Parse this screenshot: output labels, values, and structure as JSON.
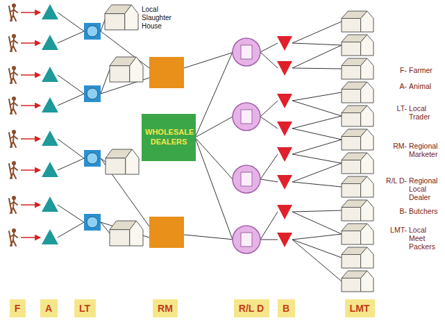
{
  "diagram": {
    "nodes": [
      {
        "text": [
          "Local Slaughter House"
        ]
      },
      {
        "text": [
          "WHOLESALE DEALERS"
        ]
      },
      {
        "text": [
          "F"
        ]
      },
      {
        "text": [
          "A"
        ]
      },
      {
        "text": [
          "LT"
        ]
      },
      {
        "text": [
          "RM"
        ]
      },
      {
        "text": [
          "R/L D"
        ]
      },
      {
        "text": [
          "B"
        ]
      },
      {
        "text": [
          "LMT"
        ]
      }
    ],
    "labels": [
      "F-",
      "Farmer",
      "A-",
      "Animal",
      "LT-",
      "Local Trader",
      "RM-",
      "Regional Marketer",
      "R/L D-",
      "Regional Local Dealer",
      "B-",
      "Butchers",
      "LMT-",
      "Local Meet Packers"
    ]
  }
}
